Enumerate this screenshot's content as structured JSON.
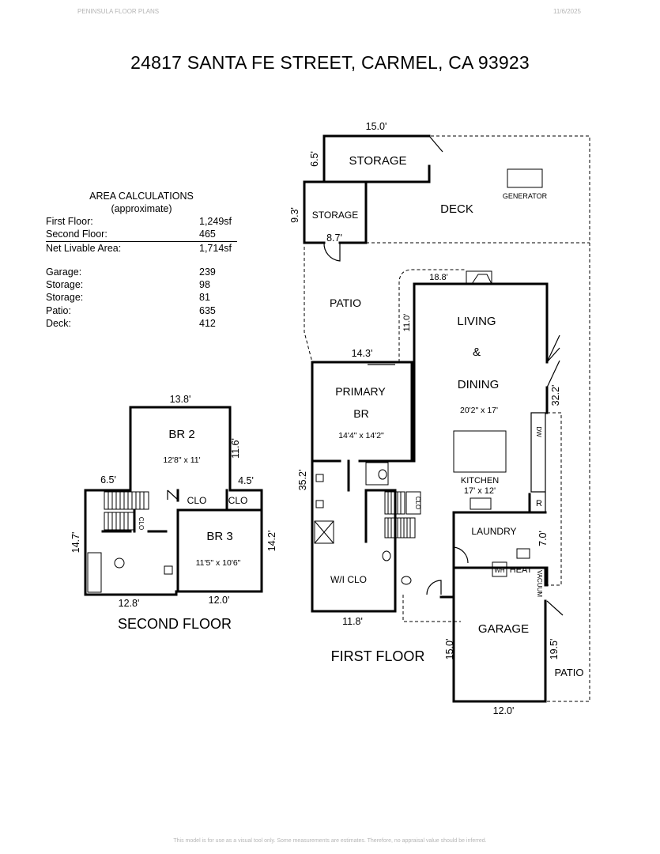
{
  "header": {
    "left": "PENINSULA FLOOR PLANS",
    "right": "11/6/2025"
  },
  "title": "24817 SANTA FE STREET, CARMEL, CA  93923",
  "area_calculations": {
    "heading": "AREA CALCULATIONS",
    "subheading": "(approximate)",
    "rows": [
      {
        "label": "First  Floor:",
        "value": "1,249sf"
      },
      {
        "label": "Second Floor:",
        "value": "465"
      },
      {
        "label": "Net Livable Area:",
        "value": "1,714sf"
      },
      {
        "label": "Garage:",
        "value": "239"
      },
      {
        "label": "Storage:",
        "value": "98"
      },
      {
        "label": "Storage:",
        "value": "81"
      },
      {
        "label": "Patio:",
        "value": "635"
      },
      {
        "label": "Deck:",
        "value": "412"
      }
    ]
  },
  "first_floor": {
    "label": "FIRST FLOOR",
    "rooms": {
      "storage_top": "STORAGE",
      "storage_left": "STORAGE",
      "deck": "DECK",
      "generator": "GENERATOR",
      "patio_top": "PATIO",
      "living_1": "LIVING",
      "living_2": "&",
      "living_3": "DINING",
      "living_size": "20'2\" x 17'",
      "primary_1": "PRIMARY",
      "primary_2": "BR",
      "primary_size": "14'4\" x 14'2\"",
      "kitchen": "KITCHEN",
      "kitchen_size": "17' x 12'",
      "laundry": "LAUNDRY",
      "wiclo": "W/I CLO",
      "clo": "CLO",
      "garage": "GARAGE",
      "patio_side": "PATIO",
      "dw": "DW",
      "r": "R",
      "wh": "WH",
      "heat": "HEAT",
      "vacuum": "VACUUM"
    },
    "dims": {
      "d15_0": "15.0'",
      "d6_5": "6.5'",
      "d9_3": "9.3'",
      "d8_7": "8.7'",
      "d18_8": "18.8'",
      "d11_0": "11.0'",
      "d14_3": "14.3'",
      "d32_2": "32.2'",
      "d35_2": "35.2'",
      "d7_0": "7.0'",
      "d11_8": "11.8'",
      "dg15_0": "15.0'",
      "d19_5": "19.5'",
      "d12_0": "12.0'"
    }
  },
  "second_floor": {
    "label": "SECOND FLOOR",
    "rooms": {
      "br2": "BR 2",
      "br2_size": "12'8\" x 11'",
      "br3": "BR 3",
      "br3_size": "11'5\" x 10'6\"",
      "clo_a": "CLO",
      "clo_b": "CLO",
      "clo_v": "CLO"
    },
    "dims": {
      "d13_8": "13.8'",
      "d11_6": "11.6'",
      "d6_5": "6.5'",
      "d4_5": "4.5'",
      "d14_7": "14.7'",
      "d14_2": "14.2'",
      "d12_8": "12.8'",
      "d12_0": "12.0'"
    }
  },
  "footer": "This model is for use as a visual tool only. Some measurements are estimates. Therefore, no appraisal value should be inferred."
}
